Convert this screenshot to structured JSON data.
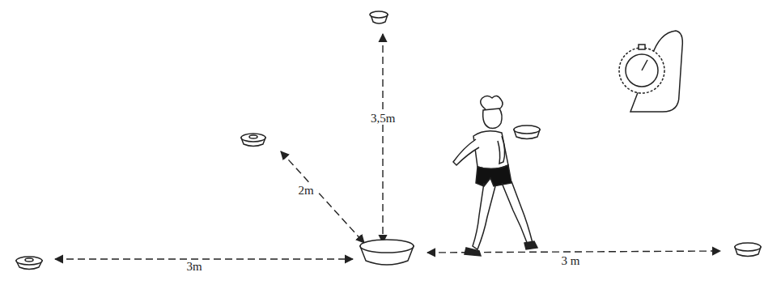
{
  "diagram": {
    "labels": [
      "3,5m",
      "2m",
      "3m",
      "3 m"
    ]
  }
}
